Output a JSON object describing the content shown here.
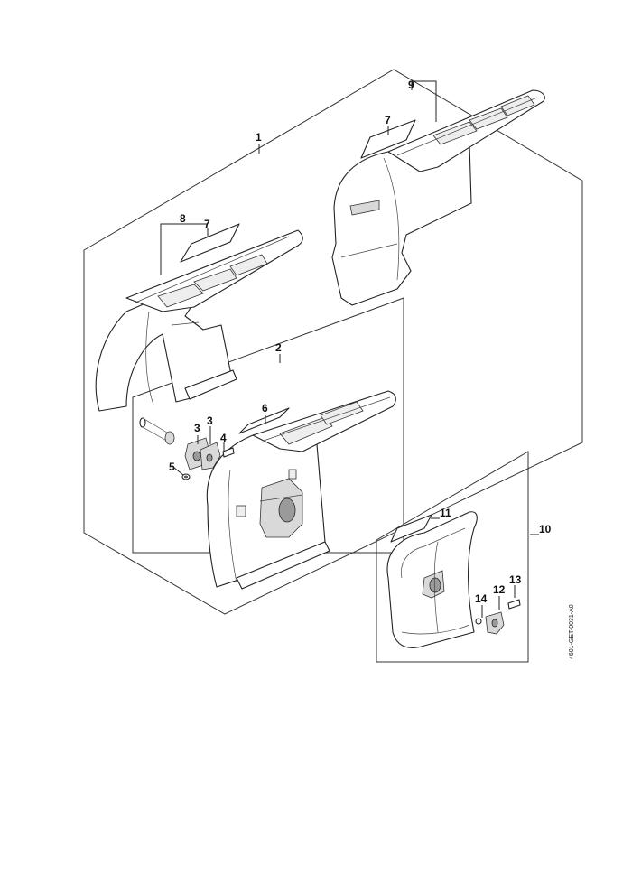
{
  "callouts": {
    "c1": "1",
    "c2": "2",
    "c3a": "3",
    "c3b": "3",
    "c4": "4",
    "c5": "5",
    "c6": "6",
    "c7a": "7",
    "c7b": "7",
    "c8": "8",
    "c9": "9",
    "c10": "10",
    "c11": "11",
    "c12": "12",
    "c13": "13",
    "c14": "14"
  },
  "document_id": "4601-GET-0031-A0"
}
